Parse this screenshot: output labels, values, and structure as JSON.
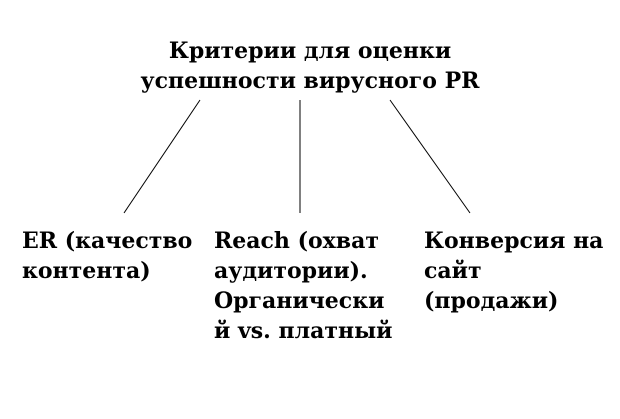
{
  "diagram": {
    "root": {
      "lines": [
        "Критерии для оценки",
        "успешности вирусного PR"
      ]
    },
    "children": [
      {
        "id": "left",
        "lines": [
          "ER (качество",
          "контента)"
        ]
      },
      {
        "id": "middle",
        "lines": [
          "Reach (охват",
          "аудитории).",
          "Органически",
          "й vs. платный"
        ]
      },
      {
        "id": "right",
        "lines": [
          "Конверсия на",
          "сайт",
          "(продажи)"
        ]
      }
    ],
    "line_color": "#000000"
  }
}
